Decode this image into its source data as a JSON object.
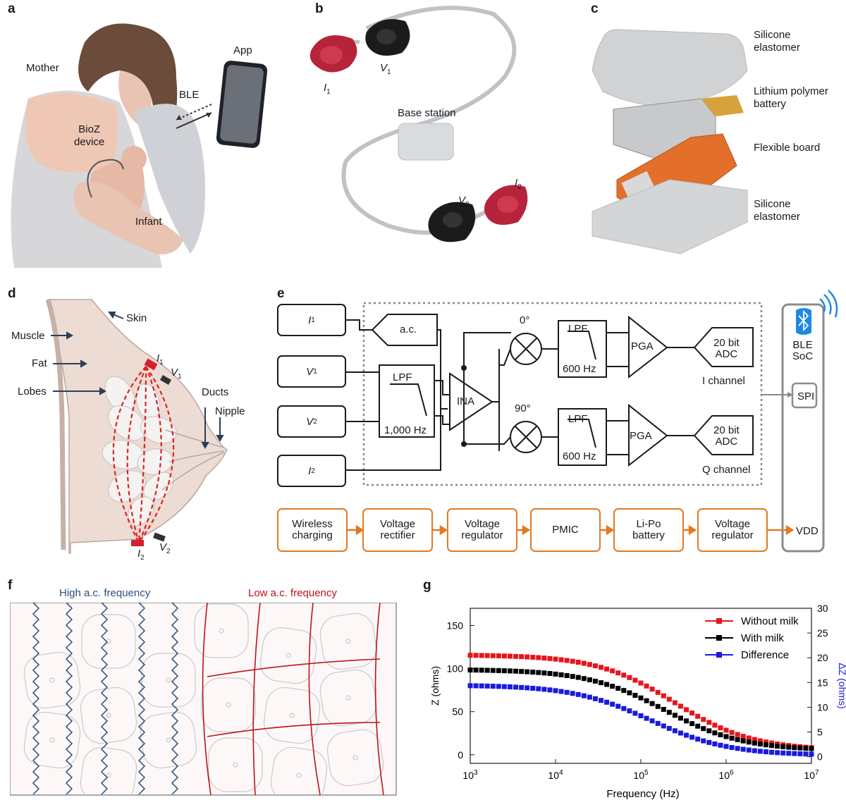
{
  "panels": {
    "a": {
      "letter": "a",
      "labels": {
        "mother": "Mother",
        "app": "App",
        "ble": "BLE",
        "device": "BioZ\ndevice",
        "infant": "Infant"
      }
    },
    "b": {
      "letter": "b",
      "labels": {
        "base_station": "Base station",
        "i1": "I",
        "i1_sub": "1",
        "v1": "V",
        "v1_sub": "1",
        "v2": "V",
        "v2_sub": "2",
        "i2": "I",
        "i2_sub": "2"
      }
    },
    "c": {
      "letter": "c",
      "labels": {
        "top": "Silicone\nelastomer",
        "battery": "Lithium polymer\nbattery",
        "board": "Flexible board",
        "bottom": "Silicone\nelastomer"
      }
    },
    "d": {
      "letter": "d",
      "labels": {
        "skin": "Skin",
        "muscle": "Muscle",
        "fat": "Fat",
        "lobes": "Lobes",
        "ducts": "Ducts",
        "nipple": "Nipple",
        "i1": "I",
        "i1_sub": "1",
        "v1": "V",
        "v1_sub": "1",
        "i2": "I",
        "i2_sub": "2",
        "v2": "V",
        "v2_sub": "2"
      }
    },
    "e": {
      "letter": "e",
      "inputs": [
        {
          "main": "I",
          "sub": "1"
        },
        {
          "main": "V",
          "sub": "1"
        },
        {
          "main": "V",
          "sub": "2"
        },
        {
          "main": "I",
          "sub": "2"
        }
      ],
      "blocks": {
        "ac": "a.c.",
        "lpf_in": "LPF",
        "lpf_in_freq": "1,000 Hz",
        "ina": "INA",
        "phase0": "0°",
        "phase90": "90°",
        "lpf_i": "LPF",
        "lpf_i_freq": "600 Hz",
        "lpf_q": "LPF",
        "lpf_q_freq": "600 Hz",
        "pga_i": "PGA",
        "pga_q": "PGA",
        "adc_i": "20 bit\nADC",
        "adc_q": "20 bit\nADC",
        "i_channel": "I channel",
        "q_channel": "Q channel",
        "soc": "BLE\nSoC",
        "spi": "SPI",
        "vdd": "VDD"
      },
      "power_chain": [
        "Wireless\ncharging",
        "Voltage\nrectifier",
        "Voltage\nregulator",
        "PMIC",
        "Li-Po\nbattery",
        "Voltage\nregulator"
      ],
      "colors": {
        "power": "#e07b24",
        "bluetooth": "#1e88e5",
        "dashed": "#888888"
      }
    },
    "f": {
      "letter": "f",
      "labels": {
        "high": "High a.c. frequency",
        "low": "Low a.c. frequency"
      },
      "colors": {
        "high": "#2c4f7c",
        "low": "#c0121a"
      }
    },
    "g": {
      "letter": "g",
      "chart_data": {
        "type": "scatter",
        "title": "",
        "xlabel": "Frequency (Hz)",
        "ylabel": "Z (ohms)",
        "y2label": "ΔZ (ohms)",
        "x_scale": "log",
        "xlim": [
          1000,
          10000000
        ],
        "ylim": [
          -10,
          170
        ],
        "y2lim": [
          -1.333,
          30
        ],
        "x_ticks": [
          "10^3",
          "10^4",
          "10^5",
          "10^6",
          "10^7"
        ],
        "y_ticks": [
          0,
          50,
          100,
          150
        ],
        "y2_ticks": [
          0,
          5,
          10,
          15,
          20,
          25,
          30
        ],
        "legend_position": "top-right",
        "series": [
          {
            "name": "Without milk",
            "color": "#e8141b",
            "axis": "left",
            "model": {
              "low_freq": 116,
              "high_freq": 5,
              "corner_hz": 250000,
              "slope": 0.95
            }
          },
          {
            "name": "With milk",
            "color": "#000000",
            "axis": "left",
            "model": {
              "low_freq": 99,
              "high_freq": 5,
              "corner_hz": 190000,
              "slope": 0.95
            }
          },
          {
            "name": "Difference",
            "color": "#1a1adc",
            "axis": "right",
            "model": {
              "low_freq": 14.5,
              "high_freq": 0.3,
              "corner_hz": 130000,
              "slope": 0.95
            }
          }
        ]
      }
    }
  }
}
